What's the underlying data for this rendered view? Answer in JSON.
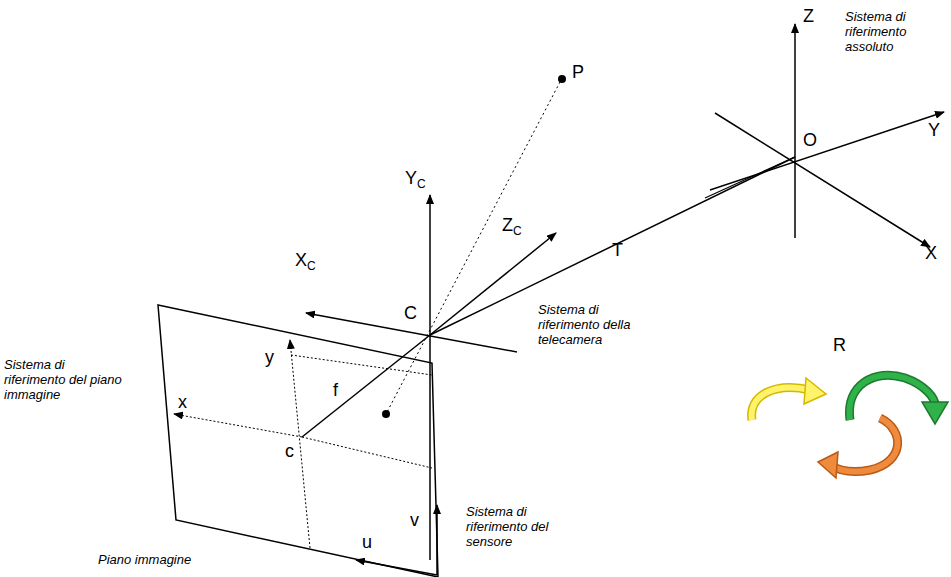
{
  "diagram": {
    "labels": [
      "P",
      "Z",
      "Sistema di riferimento assoluto",
      "Y",
      "O",
      "YC",
      "ZC",
      "XC",
      "T",
      "X",
      "C",
      "Sistema di riferimento della telecamera",
      "R",
      "Sistema di riferimento del piano immagine",
      "y",
      "f",
      "x",
      "c",
      "u",
      "v",
      "Sistema di riferimento del sensore",
      "Piano immagine"
    ]
  }
}
